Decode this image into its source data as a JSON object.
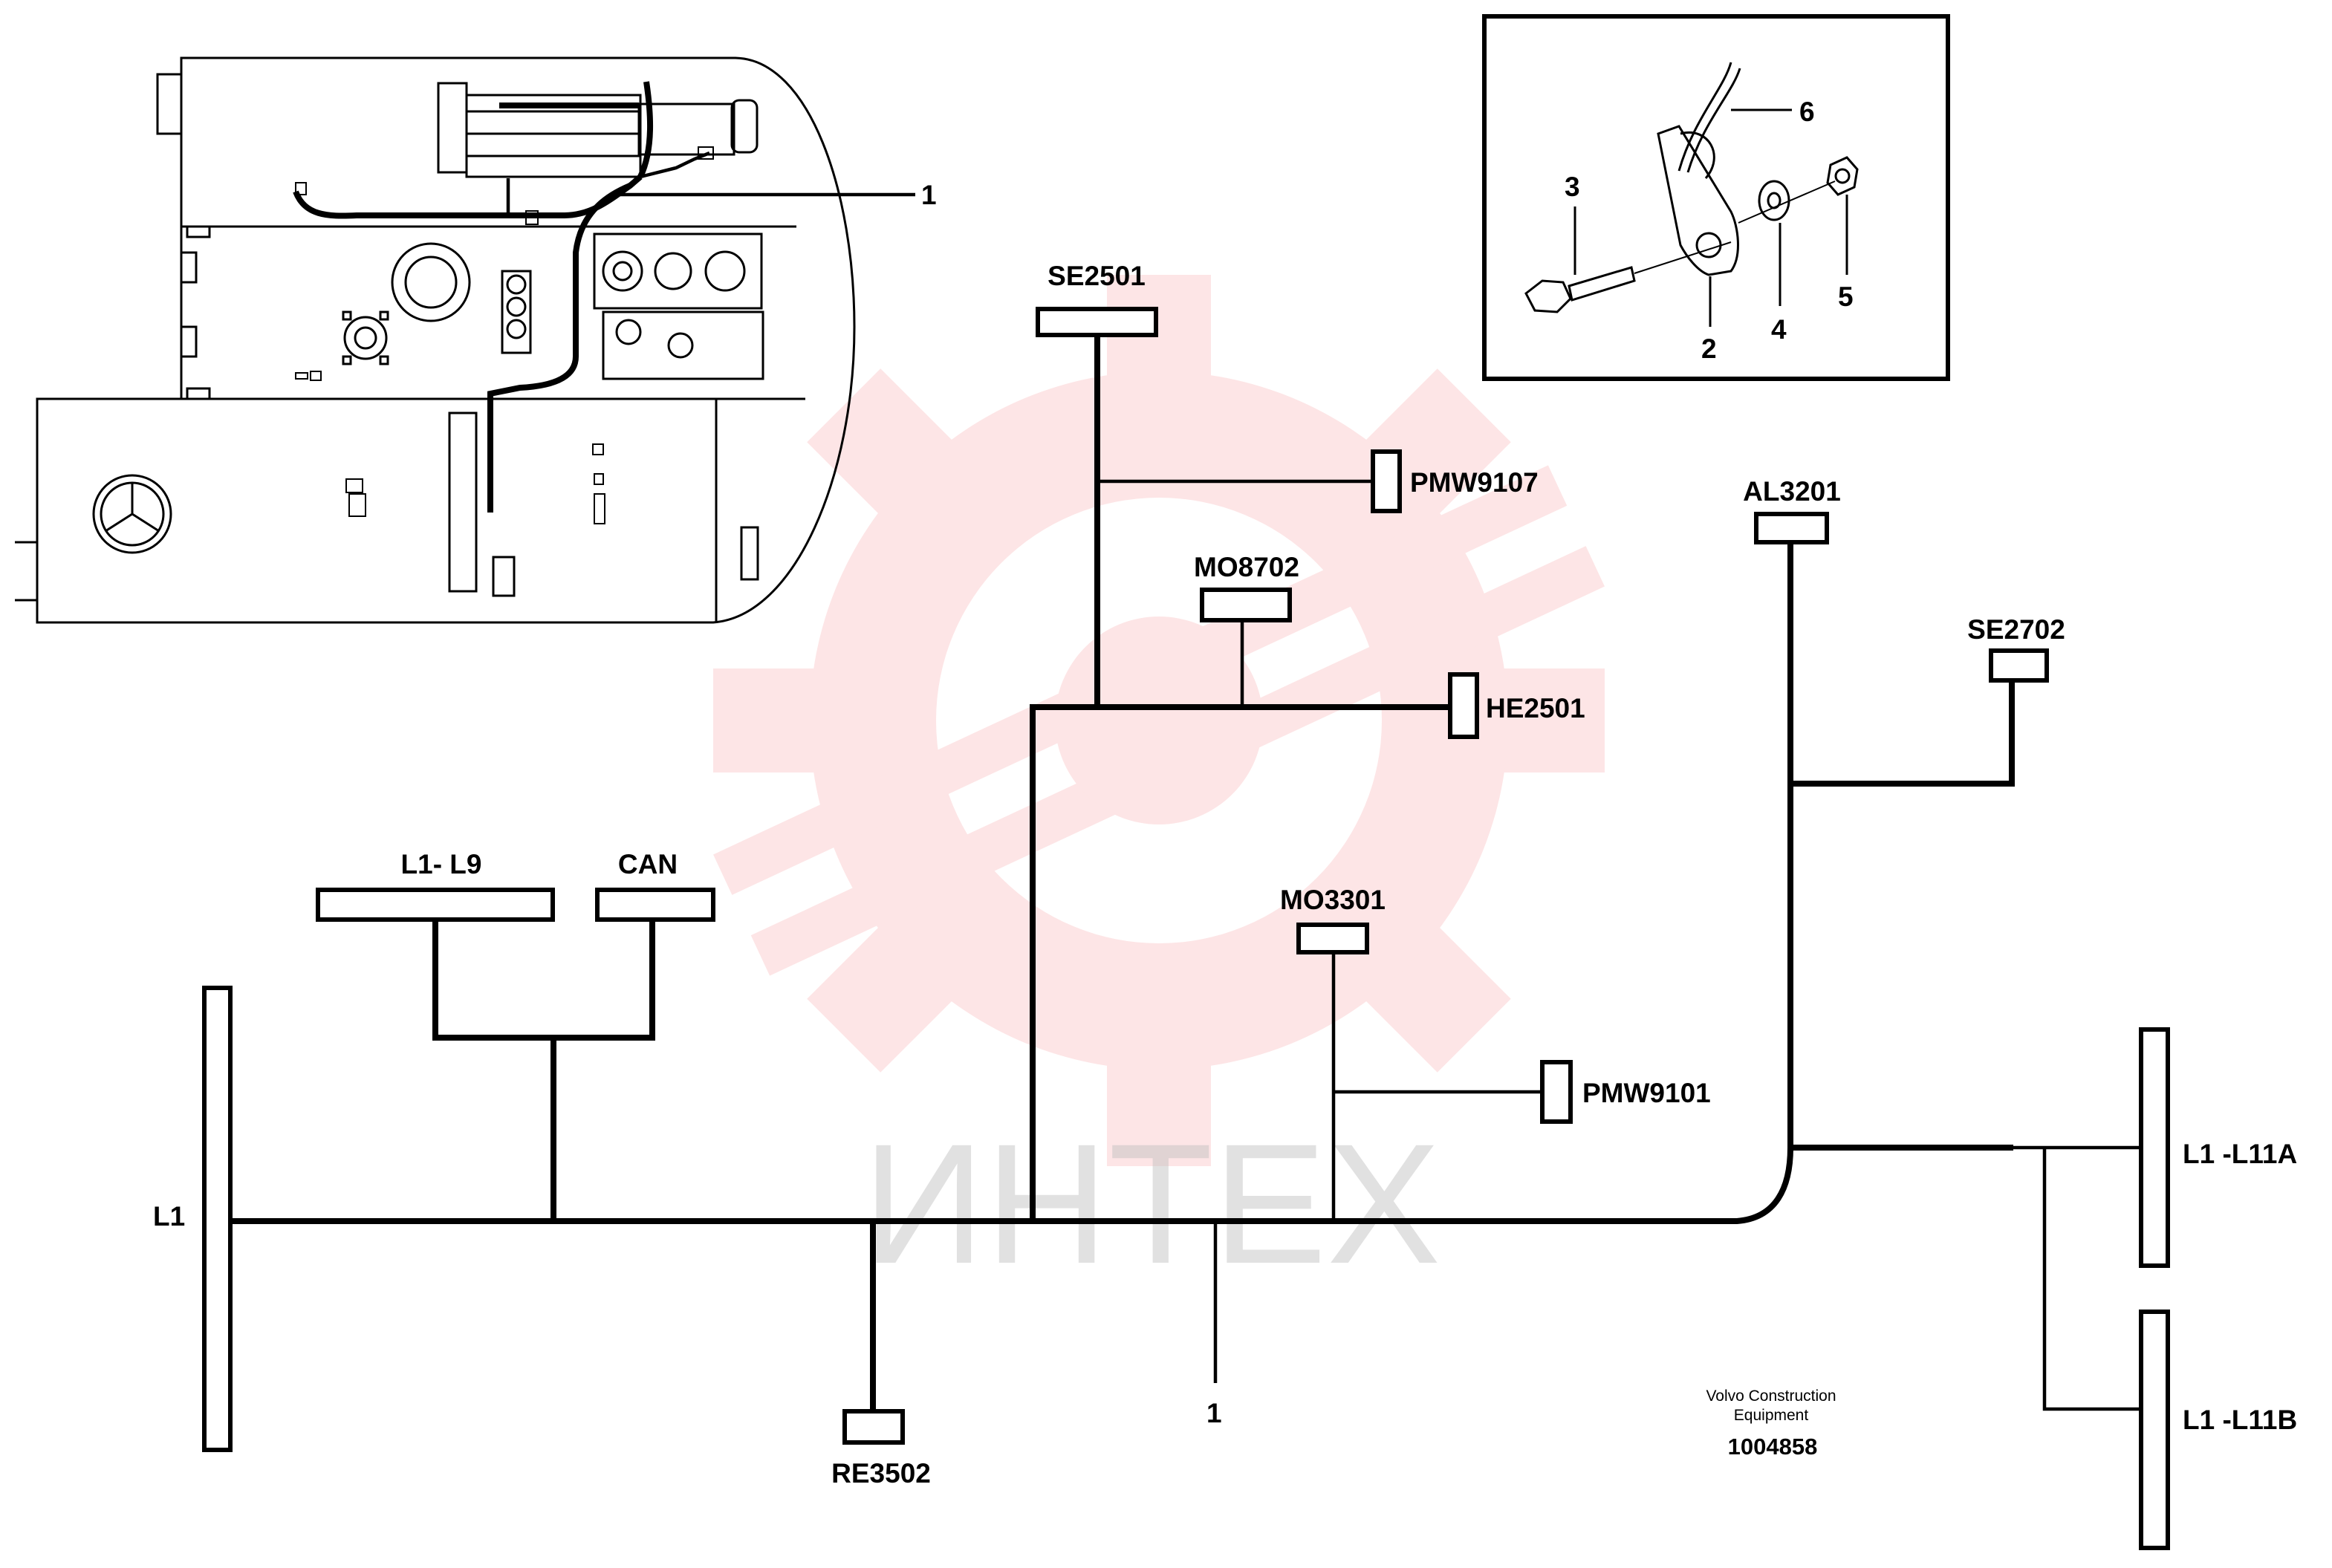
{
  "watermark": {
    "text": "ИНТЕХ"
  },
  "overview_callout": "1",
  "inset": {
    "callouts": [
      "2",
      "3",
      "4",
      "5",
      "6"
    ]
  },
  "connectors": {
    "se2501": "SE2501",
    "pmw9107": "PMW9107",
    "mo8702": "MO8702",
    "he2501": "HE2501",
    "al3201": "AL3201",
    "se2702": "SE2702",
    "l1_l9": "L1- L9",
    "can": "CAN",
    "mo3301": "MO3301",
    "pmw9101": "PMW9101",
    "l1": "L1",
    "re3502": "RE3502",
    "l1_l11a": "L1 -L11A",
    "l1_l11b": "L1 -L11B"
  },
  "harness_callout": "1",
  "footer": {
    "company_line1": "Volvo Construction",
    "company_line2": "Equipment",
    "doc_number": "1004858"
  },
  "colors": {
    "watermark": "#e8262a",
    "watermark_text": "#bdbdbd",
    "line": "#000000"
  }
}
